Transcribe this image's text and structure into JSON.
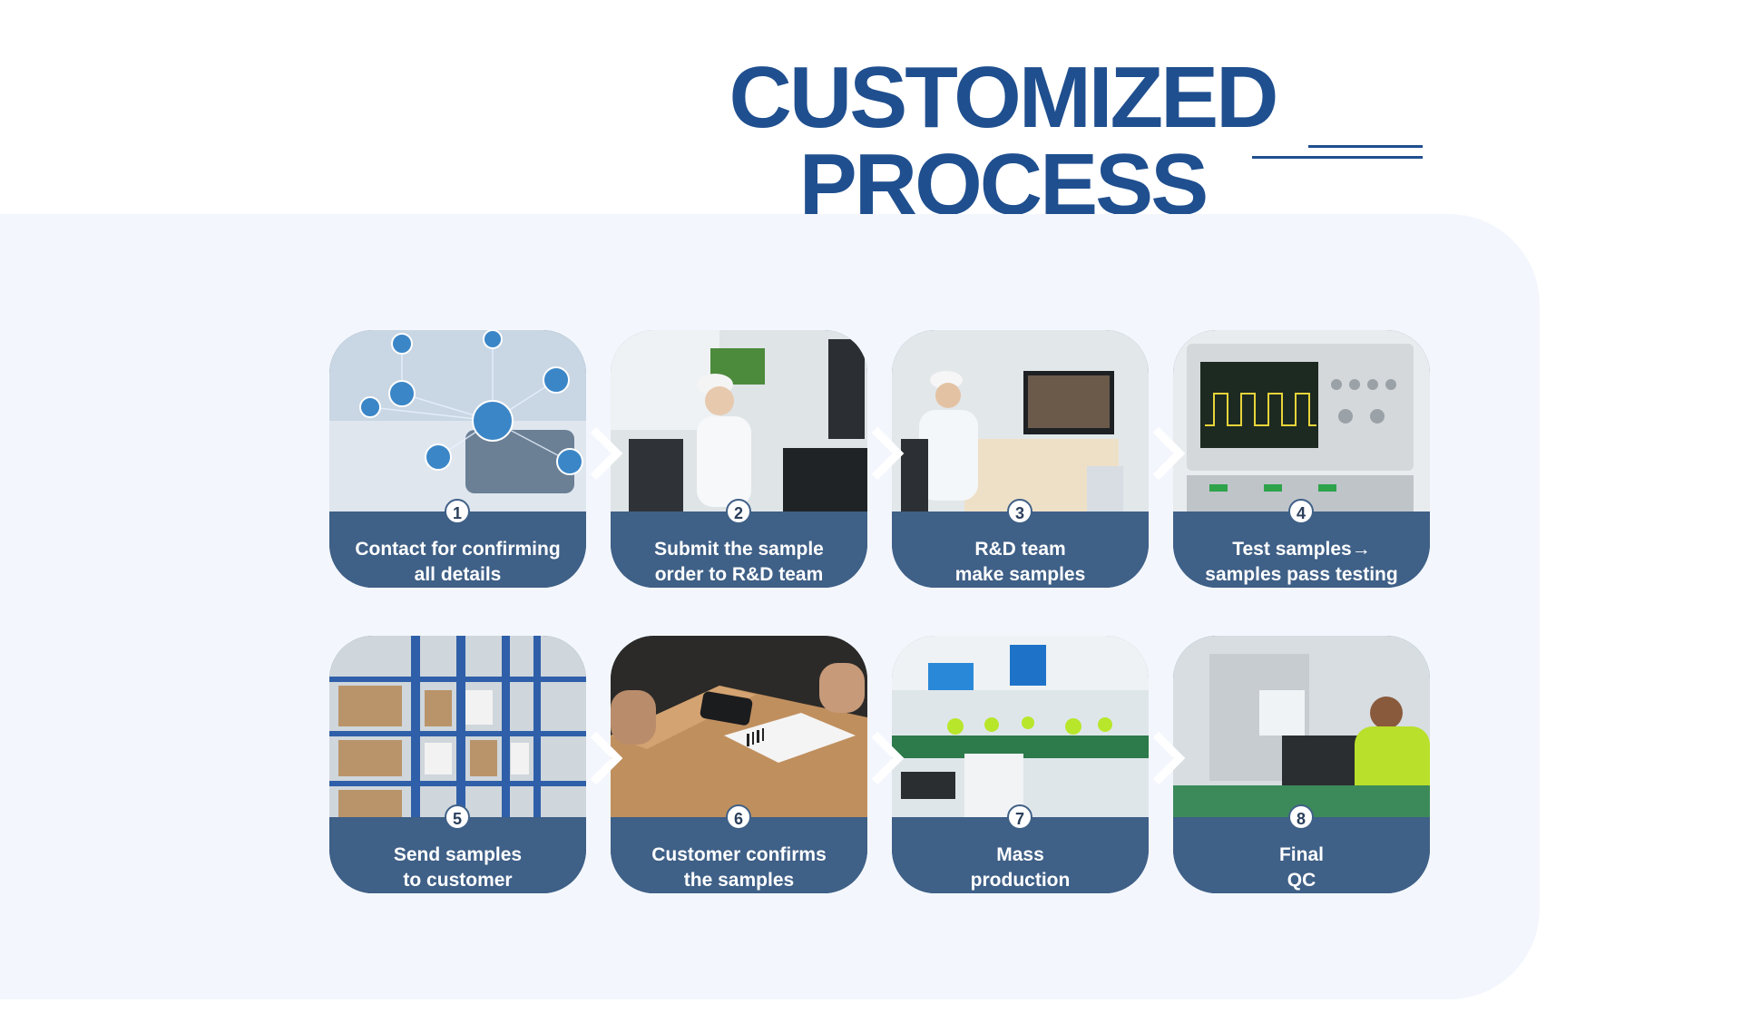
{
  "header": {
    "title": "CUSTOMIZED PROCESS"
  },
  "colors": {
    "brand": "#1f4f8f",
    "caption_bg": "#3f6087",
    "panel_bg": "#f3f7fd"
  },
  "steps": [
    {
      "number": "1",
      "lines": [
        "Contact for confirming",
        "all details"
      ]
    },
    {
      "number": "2",
      "lines": [
        "Submit the sample",
        "order to R&D team"
      ]
    },
    {
      "number": "3",
      "lines": [
        "R&D team",
        "make samples"
      ]
    },
    {
      "number": "4",
      "lines": [
        "Test samples→",
        "samples pass testing"
      ]
    },
    {
      "number": "5",
      "lines": [
        "Send samples",
        "to customer"
      ]
    },
    {
      "number": "6",
      "lines": [
        "Customer confirms",
        "the samples"
      ]
    },
    {
      "number": "7",
      "lines": [
        "Mass",
        "production"
      ]
    },
    {
      "number": "8",
      "lines": [
        "Final",
        "QC"
      ]
    }
  ]
}
